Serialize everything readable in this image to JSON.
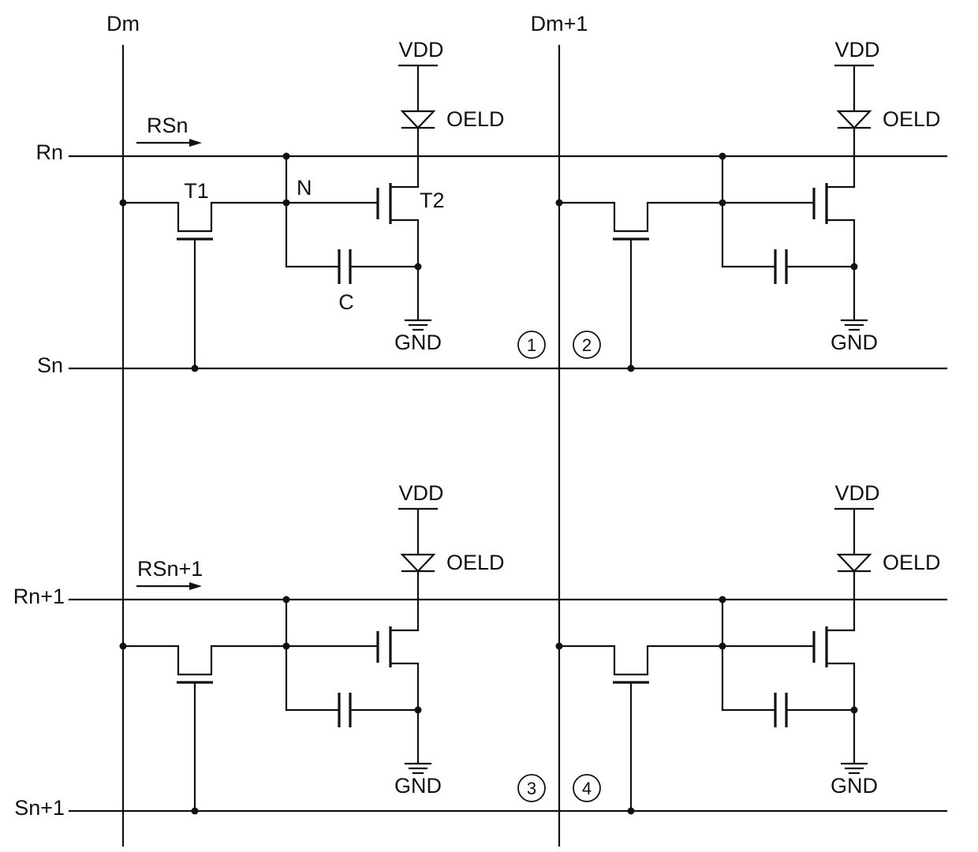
{
  "lines": {
    "data_m": "Dm",
    "data_m1": "Dm+1",
    "reset_n": "Rn",
    "scan_n": "Sn",
    "reset_n1": "Rn+1",
    "scan_n1": "Sn+1"
  },
  "signals": {
    "reset_signal_n": "RSn",
    "reset_signal_n1": "RSn+1"
  },
  "components": {
    "supply": "VDD",
    "diode": "OELD",
    "ground": "GND",
    "switch_transistor": "T1",
    "drive_transistor": "T2",
    "node": "N",
    "capacitor": "C"
  },
  "pixel_markers": [
    "①",
    "②",
    "③",
    "④"
  ]
}
